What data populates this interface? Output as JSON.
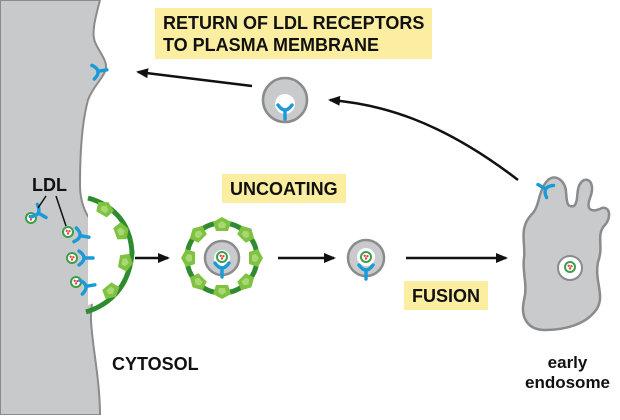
{
  "labels": {
    "return_line1": "RETURN OF LDL RECEPTORS",
    "return_line2": "TO PLASMA MEMBRANE",
    "uncoating": "UNCOATING",
    "fusion": "FUSION",
    "ldl": "LDL",
    "cytosol": "CYTOSOL",
    "endosome_line1": "early",
    "endosome_line2": "endosome"
  },
  "colors": {
    "membrane_fill": "#c8c9ca",
    "membrane_stroke": "#8a8b8c",
    "vesicle_fill": "#c9cacb",
    "receptor": "#1a9ad6",
    "clathrin_dark": "#2e8b2e",
    "clathrin_light": "#7fc241",
    "ldl_particle": "#3aa048",
    "ldl_core": "#e2454d",
    "banner": "#fbeea0",
    "arrow": "#111111"
  }
}
